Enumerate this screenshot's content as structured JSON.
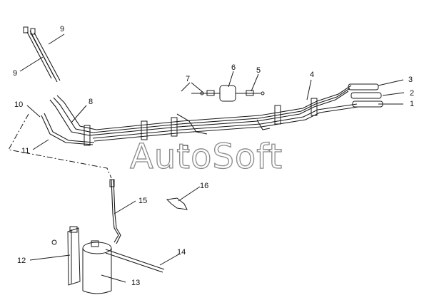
{
  "watermark": "AutoSoft",
  "callouts": {
    "c1": "1",
    "c2": "2",
    "c3": "3",
    "c4": "4",
    "c5": "5",
    "c6": "6",
    "c7": "7",
    "c8": "8",
    "c9a": "9",
    "c9b": "9",
    "c10": "10",
    "c11": "11",
    "c12": "12",
    "c13": "13",
    "c14": "14",
    "c15": "15",
    "c16": "16"
  },
  "colors": {
    "line": "#1a1a1a",
    "watermark_outline": "#8a8a8a"
  }
}
